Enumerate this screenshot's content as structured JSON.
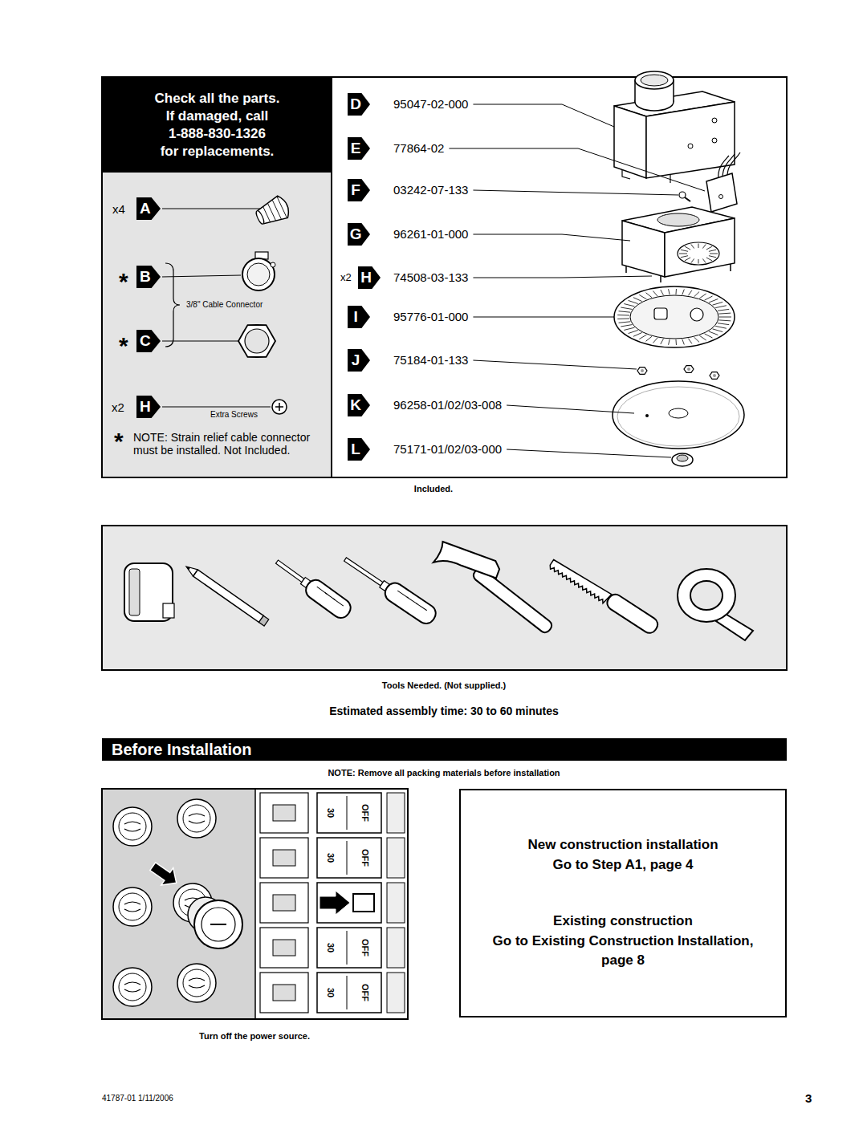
{
  "diagram": {
    "nodes": [
      {
        "text": [
          "Check all the parts.",
          "If damaged, call 1-888-830-1326 for replacements."
        ]
      },
      {
        "text": [
          "A"
        ]
      },
      {
        "text": [
          "B"
        ]
      },
      {
        "text": [
          "C"
        ]
      },
      {
        "text": [
          "H"
        ]
      },
      {
        "text": [
          "D"
        ]
      },
      {
        "text": [
          "E"
        ]
      },
      {
        "text": [
          "F"
        ]
      },
      {
        "text": [
          "G"
        ]
      },
      {
        "text": [
          "H"
        ]
      },
      {
        "text": [
          "I"
        ]
      },
      {
        "text": [
          "J"
        ]
      },
      {
        "text": [
          "K"
        ]
      },
      {
        "text": [
          "L"
        ]
      },
      {
        "text": [
          "Before Installation"
        ]
      },
      {
        "text": [
          "New construction installation",
          "Go to Step A1, page 4",
          "Existing construction",
          "Go to Existing Construction Installation, page 8"
        ]
      }
    ],
    "labels": [
      "x4",
      "*",
      "*",
      "3/8\" Cable Connector",
      "x2",
      "Extra Screws",
      "*",
      "NOTE: Strain relief cable connector must be installed. Not Included.",
      "95047-02-000",
      "77864-02",
      "03242-07-133",
      "96261-01-000",
      "x2",
      "74508-03-133",
      "95776-01-000",
      "75184-01-133",
      "96258-01/02/03-008",
      "75171-01/02/03-000",
      "Included.",
      "Tools Needed. (Not supplied.)",
      "Estimated assembly time: 30 to 60 minutes",
      "NOTE: Remove all packing materials before installation",
      "OFF",
      "30",
      "OFF",
      "30",
      "OFF",
      "30",
      "OFF",
      "30",
      "Turn off the power source.",
      "41787-01 1/11/2006",
      "3"
    ]
  }
}
